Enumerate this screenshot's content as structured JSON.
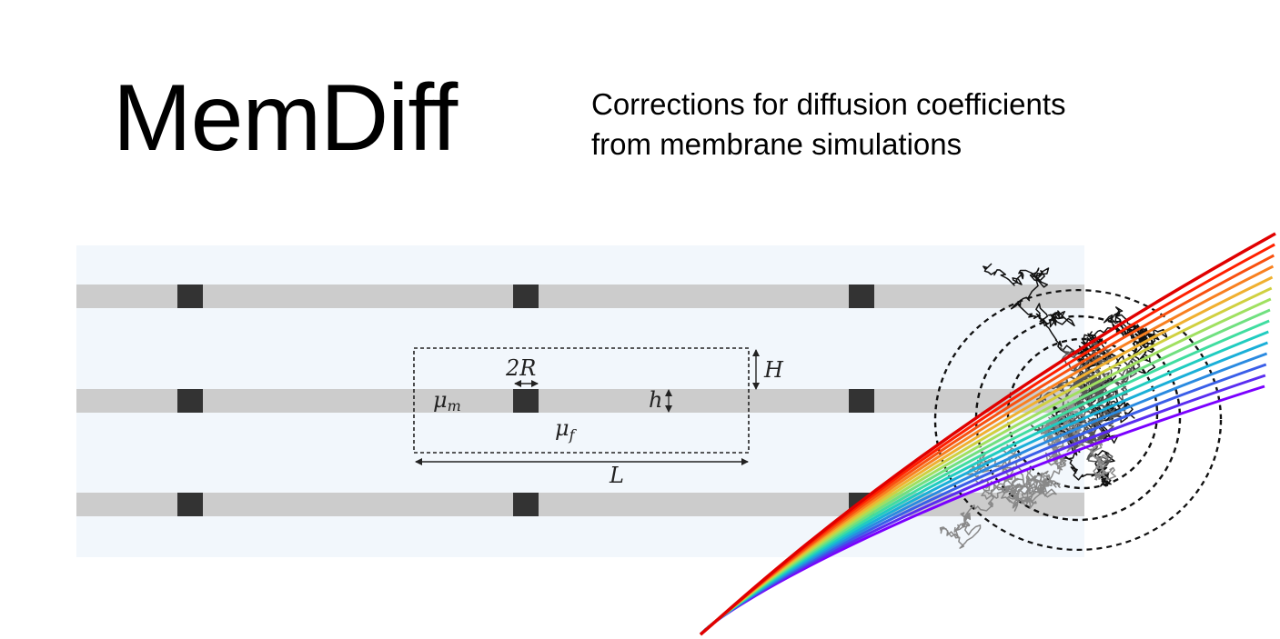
{
  "title": "MemDiff",
  "subtitle": {
    "line1": "Corrections for diffusion coefficients",
    "line2": "from membrane simulations"
  },
  "diagram": {
    "labels": {
      "two_r": "2R",
      "height_h_cap": "H",
      "mu_m": "μ",
      "mu_m_sub": "m",
      "h_small": "h",
      "mu_f": "μ",
      "mu_f_sub": "f",
      "length_l": "L"
    },
    "colors": {
      "background_panel": "#f2f7fc",
      "membrane_band": "#cccccc",
      "protein_block": "#333333",
      "dashed": "#222222"
    },
    "curve_colors": [
      "#7a00ff",
      "#5a2df0",
      "#3a5ee8",
      "#2a8ae0",
      "#1aafd8",
      "#20ccc0",
      "#40dda0",
      "#70e080",
      "#a0e060",
      "#d0d040",
      "#f0b030",
      "#f88020",
      "#f85010",
      "#ff2000",
      "#e00000"
    ]
  }
}
